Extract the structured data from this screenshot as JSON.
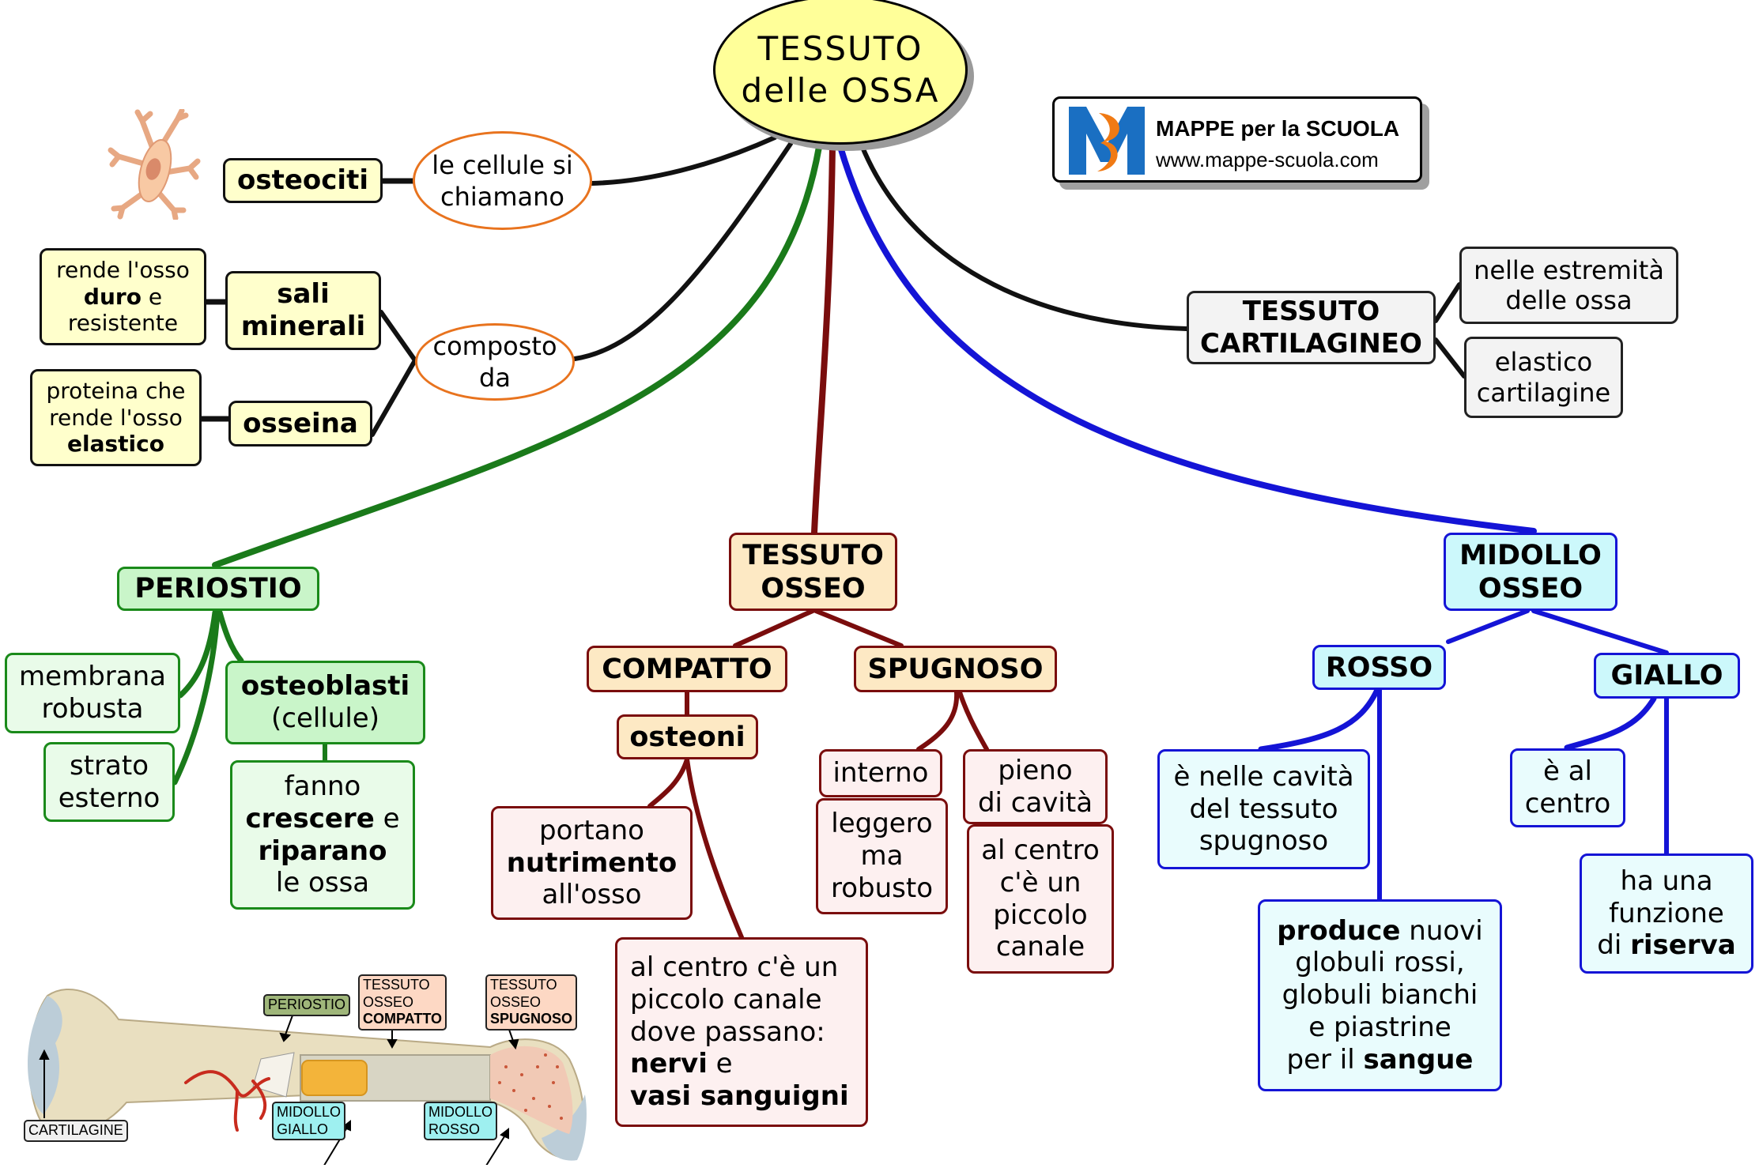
{
  "colors": {
    "black_branch": "#111111",
    "green_branch": "#1a7a1a",
    "maroon_branch": "#7a0d0d",
    "blue_branch": "#1414d6",
    "ellipse_border": "#e8731e",
    "center_fill": "#ffff99"
  },
  "center": {
    "line1": "TESSUTO",
    "line2": "delle OSSA"
  },
  "logo": {
    "title": "MAPPE per la SCUOLA",
    "url": "www.mappe-scuola.com",
    "icon": "mappe-logo-icon"
  },
  "osteocyte": {
    "illustration": "osteocyte-cell-icon",
    "label": "osteociti",
    "link": {
      "line1": "le cellule si",
      "line2": "chiamano"
    }
  },
  "composition": {
    "link": {
      "line1": "composto",
      "line2": "da"
    },
    "sali": {
      "line1": "sali",
      "line2": "minerali",
      "desc": {
        "line1": "rende l'osso",
        "bold": "duro",
        "rest": " e",
        "line3": "resistente"
      }
    },
    "osseina": {
      "label": "osseina",
      "desc": {
        "line1": "proteina che",
        "line2": "rende l'osso",
        "bold": "elastico"
      }
    }
  },
  "cartilagineo": {
    "line1": "TESSUTO",
    "line2": "CARTILAGINEO",
    "items": [
      {
        "line1": "nelle estremità",
        "line2": "delle ossa"
      },
      {
        "line1": "elastico",
        "line2": "cartilagine"
      }
    ]
  },
  "periostio": {
    "label": "PERIOSTIO",
    "membrana": {
      "line1": "membrana",
      "line2": "robusta"
    },
    "strato": {
      "line1": "strato",
      "line2": "esterno"
    },
    "osteoblasti": {
      "bold": "osteoblasti",
      "line2": "(cellule)"
    },
    "fanno": {
      "line1": "fanno",
      "bold1": "crescere",
      "rest1": " e",
      "bold2": "riparano",
      "line4": "le ossa"
    }
  },
  "osseo": {
    "line1": "TESSUTO",
    "line2": "OSSEO",
    "compatto": {
      "label": "COMPATTO",
      "osteoni": "osteoni",
      "portano": {
        "line1": "portano",
        "bold": "nutrimento",
        "line3": "all'osso"
      },
      "canale": {
        "line1": "al centro c'è un",
        "line2": "piccolo canale",
        "line3": "dove passano:",
        "bold1": "nervi",
        "rest1": " e",
        "bold2": "vasi sanguigni"
      }
    },
    "spugnoso": {
      "label": "SPUGNOSO",
      "interno": "interno",
      "leggero": {
        "line1": "leggero",
        "line2": "ma",
        "line3": "robusto"
      },
      "pieno": {
        "line1": "pieno",
        "line2": "di cavità"
      },
      "centro": {
        "line1": "al centro",
        "line2": "c'è un",
        "line3": "piccolo",
        "line4": "canale"
      }
    }
  },
  "midollo": {
    "line1": "MIDOLLO",
    "line2": "OSSEO",
    "rosso": {
      "label": "ROSSO",
      "cavita": {
        "line1": "è nelle cavità",
        "line2": "del tessuto",
        "line3": "spugnoso"
      },
      "produce": {
        "bold1": "produce",
        "rest1": " nuovi",
        "line2": "globuli rossi,",
        "line3": "globuli bianchi",
        "line4": "e piastrine",
        "pre5": "per il ",
        "bold5": "sangue"
      }
    },
    "giallo": {
      "label": "GIALLO",
      "centro": {
        "line1": "è al",
        "line2": "centro"
      },
      "riserva": {
        "line1": "ha una",
        "line2": "funzione",
        "pre3": "di ",
        "bold3": "riserva"
      }
    }
  },
  "bone_diagram": {
    "illustration": "long-bone-icon",
    "labels": {
      "periostio": "PERIOSTIO",
      "compatto": {
        "line1": "TESSUTO",
        "line2": "OSSEO",
        "bold": "COMPATTO"
      },
      "spugnoso": {
        "line1": "TESSUTO",
        "line2": "OSSEO",
        "bold": "SPUGNOSO"
      },
      "giallo": {
        "line1": "MIDOLLO",
        "line2": "GIALLO"
      },
      "rosso": {
        "line1": "MIDOLLO",
        "line2": "ROSSO"
      },
      "cartilagine": "CARTILAGINE"
    }
  }
}
